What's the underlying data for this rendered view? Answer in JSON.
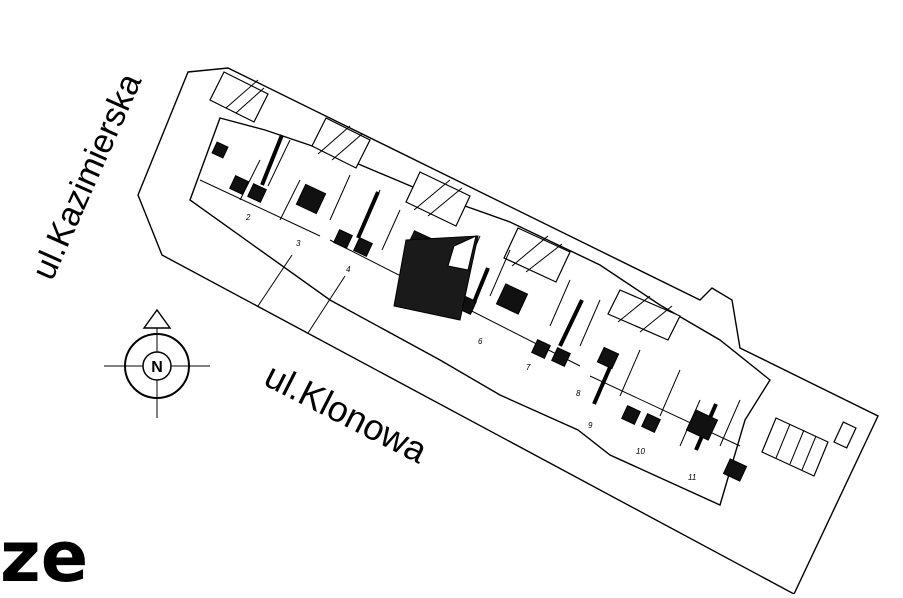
{
  "streets": {
    "kazimierska": "ul.Kazimierska",
    "klonowa": "ul.Klonowa"
  },
  "north_arrow": {
    "letter": "N"
  },
  "units": {
    "u2": "2",
    "u3": "3",
    "u4": "4",
    "u6": "6",
    "u7": "7",
    "u8": "8",
    "u9": "9",
    "u10": "10",
    "u11": "11"
  },
  "caption": "ze",
  "colors": {
    "line": "#000000",
    "background": "#ffffff"
  }
}
